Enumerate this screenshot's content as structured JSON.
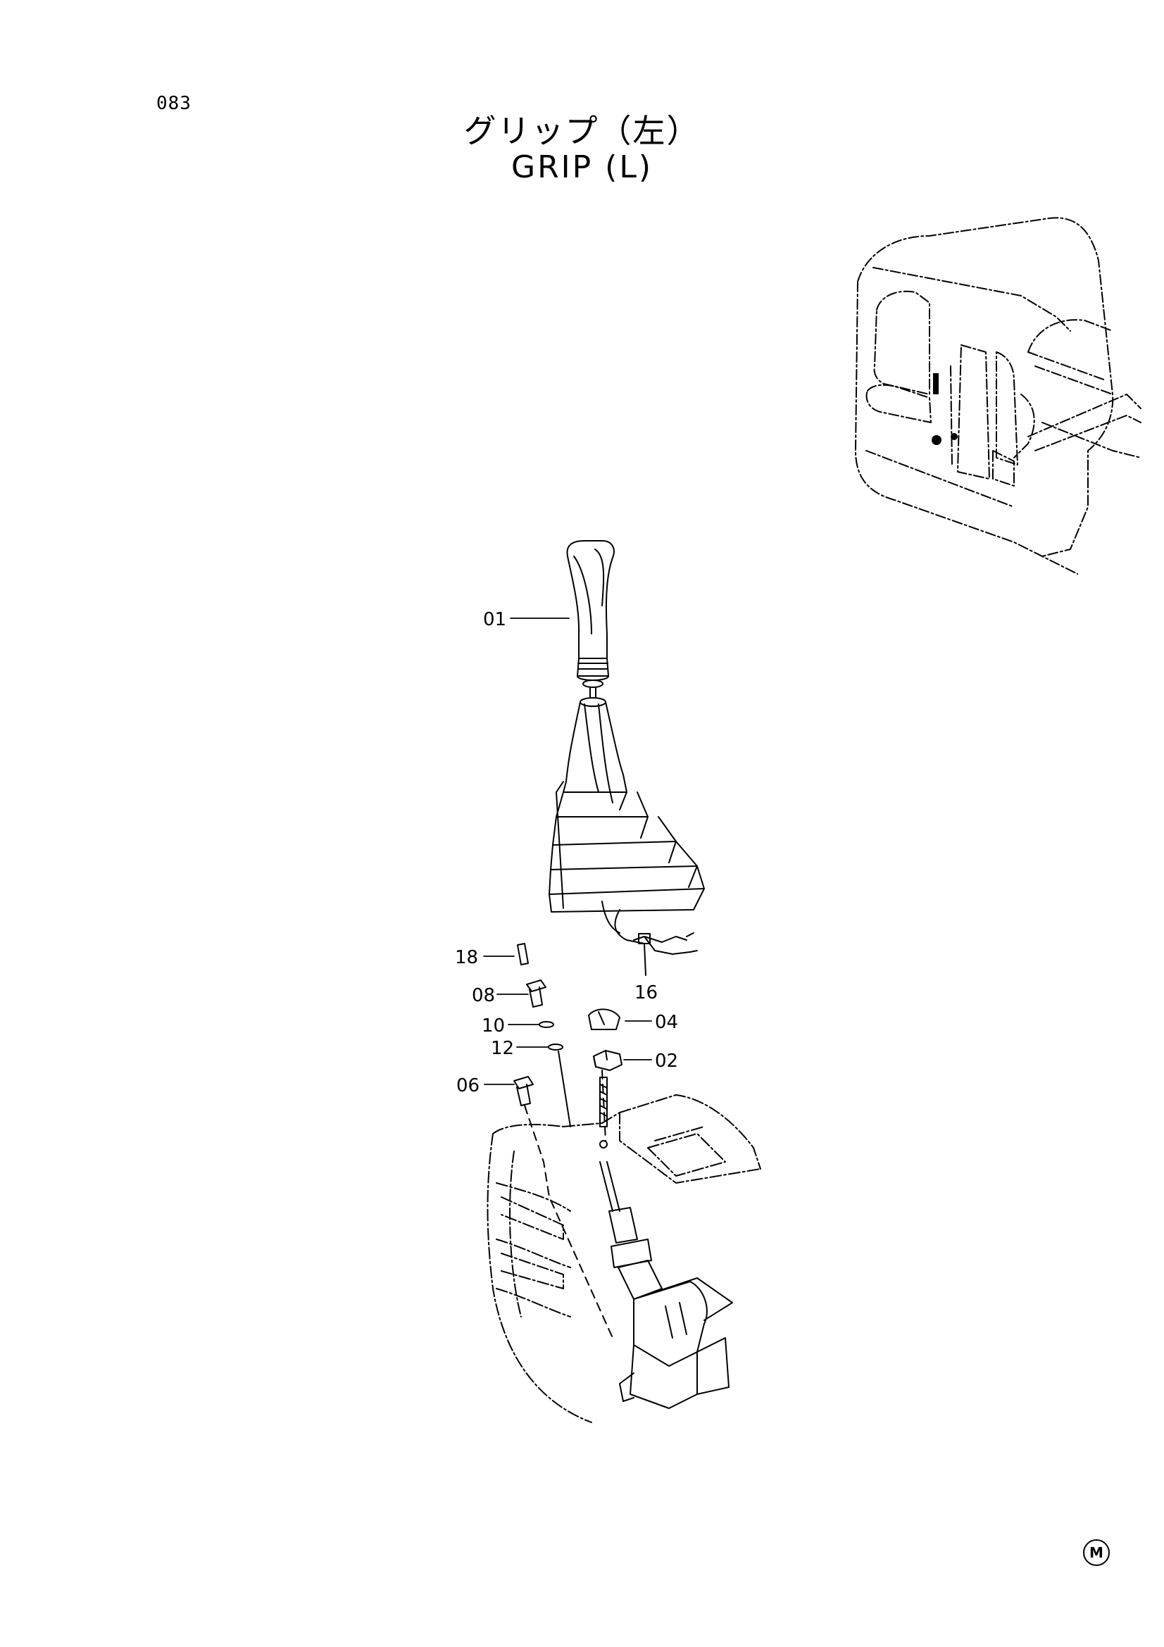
{
  "header": {
    "page_number": "083",
    "title_jp": "グリップ（左）",
    "title_en": "GRIP (L)"
  },
  "callouts": [
    {
      "id": "01",
      "label": "01"
    },
    {
      "id": "18",
      "label": "18"
    },
    {
      "id": "08",
      "label": "08"
    },
    {
      "id": "10",
      "label": "10"
    },
    {
      "id": "12",
      "label": "12"
    },
    {
      "id": "06",
      "label": "06"
    },
    {
      "id": "16",
      "label": "16"
    },
    {
      "id": "04",
      "label": "04"
    },
    {
      "id": "02",
      "label": "02"
    }
  ],
  "footer": {
    "marker": "M"
  }
}
